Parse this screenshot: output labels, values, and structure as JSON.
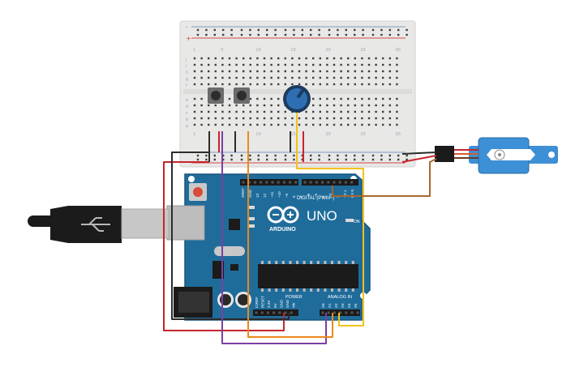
{
  "board": {
    "brand": "ARDUINO",
    "model": "UNO",
    "digital_label": "DIGITAL (PWM~)",
    "power_label": "POWER",
    "analog_label": "ANALOG IN",
    "on_label": "ON",
    "header_top_labels": [
      "AREF",
      "GND",
      "13",
      "12",
      "~11",
      "~10",
      "~9",
      "8",
      "7",
      "~6",
      "~5",
      "4",
      "~3",
      "2",
      "TX 1",
      "RX 0"
    ],
    "header_power_labels": [
      "IOREF",
      "RESET",
      "3.3V",
      "5V",
      "GND",
      "GND",
      "Vin"
    ],
    "header_analog_labels": [
      "A0",
      "A1",
      "A2",
      "A3",
      "A4",
      "A5"
    ]
  },
  "breadboard": {
    "row_letters_top": [
      "j",
      "i",
      "h",
      "g",
      "f"
    ],
    "row_letters_bottom": [
      "e",
      "d",
      "c",
      "b",
      "a"
    ],
    "column_numbers": [
      "1",
      "5",
      "10",
      "15",
      "20",
      "25",
      "30"
    ],
    "rail_plus": "+",
    "rail_minus": "-"
  },
  "colors": {
    "board": "#1f6c9b",
    "breadboard": "#e8e8e6",
    "wire_red": "#c8232c",
    "wire_black": "#2b2b2b",
    "wire_purple": "#7b3fa3",
    "wire_orange": "#e98a1b",
    "wire_yellow": "#f2c21b",
    "wire_brown": "#a8672d",
    "servo": "#3d8fd6"
  }
}
